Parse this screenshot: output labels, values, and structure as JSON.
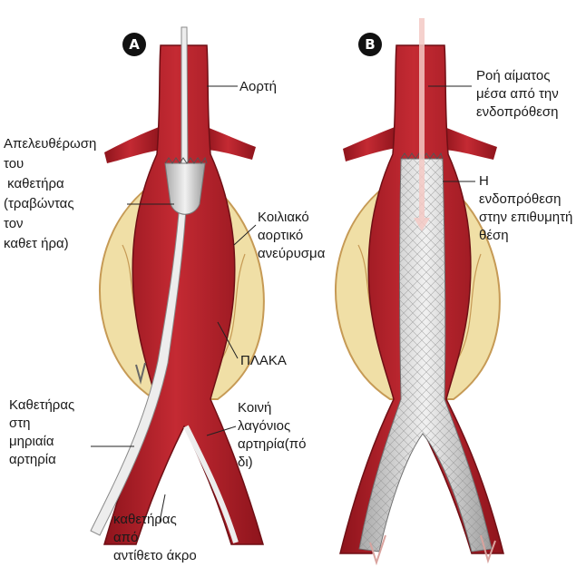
{
  "panels": [
    {
      "badge": "A"
    },
    {
      "badge": "B"
    }
  ],
  "labels": {
    "aorta": "Αορτή",
    "release": "Απελευθέρωση\nτου\n καθετήρα\n(τραβώντας\nτον\nκαθετ ήρα)",
    "aneurysm": "Κοιλιακό\nαορτικό\nανεύρυσμα",
    "plaque": "ΠΛΑΚΑ",
    "femoral_catheter": "Καθετήρας\nστη\nμηριαία\nαρτηρία",
    "common_iliac": "Κοινή\nλαγόνιος\nαρτηρία(πό\nδι)",
    "opposite_catheter": "καθετήρας\nαπό\nαντίθετο άκρο",
    "blood_flow": "Ροή αίματος\nμέσα από την\nενδοπρόθεση",
    "graft_in_place": "Η\nενδοπρόθεση\nστην επιθυμητή\nθέση"
  },
  "colors": {
    "vessel": "#b3202a",
    "vessel_dark": "#7e1219",
    "aneurysm": "#f0dfa6",
    "aneurysm_edge": "#c69a55",
    "graft": "#d6d6d6",
    "catheter": "#ececec"
  }
}
